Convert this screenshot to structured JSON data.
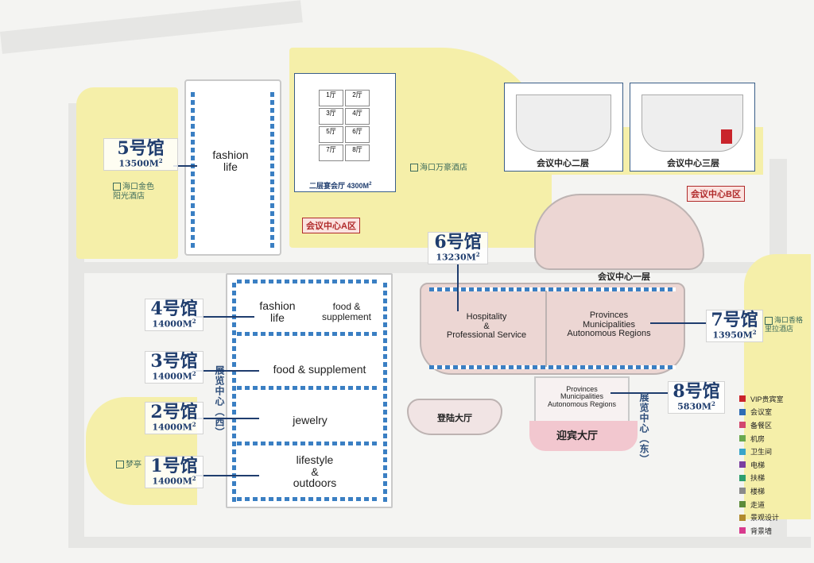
{
  "halls": {
    "h5": {
      "name": "5号馆",
      "area": "13500M",
      "zone": "fashion\nlife"
    },
    "h4": {
      "name": "4号馆",
      "area": "14000M",
      "zone_a": "fashion\nlife",
      "zone_b": "food &\nsupplement"
    },
    "h3": {
      "name": "3号馆",
      "area": "14000M",
      "zone": "food & supplement"
    },
    "h2": {
      "name": "2号馆",
      "area": "14000M",
      "zone": "jewelry"
    },
    "h1": {
      "name": "1号馆",
      "area": "14000M",
      "zone": "lifestyle\n&\noutdoors"
    },
    "h6": {
      "name": "6号馆",
      "area": "13230M",
      "zone": "Hospitality\n&\nProfessional Service"
    },
    "h7": {
      "name": "7号馆",
      "area": "13950M",
      "zone": "Provinces\nMunicipalities\nAutonomous Regions"
    },
    "h8": {
      "name": "8号馆",
      "area": "5830M",
      "zone": "Provinces\nMunicipalities\nAutonomous Regions"
    },
    "area_unit_sup": "2"
  },
  "hotels": {
    "golden_sun": "海口金色\n阳光酒店",
    "wanhao": "海口万豪酒店",
    "shangri_la": "海口香格\n里拉酒店",
    "mengting": "梦亭"
  },
  "centers": {
    "a": "会议中心A区",
    "b": "会议中心B区",
    "floor2": "会议中心二层",
    "floor3": "会议中心三层",
    "floor1": "会议中心一层",
    "banquet": "二层宴会厅",
    "banquet_area": "4300M"
  },
  "labels": {
    "west": "展览中心（西）",
    "east": "展览中心（东）",
    "landing_hall": "登陆大厅",
    "welcome_hall": "迎宾大厅"
  },
  "banquet_rooms": [
    "1厅",
    "2厅",
    "3厅",
    "4厅",
    "5厅",
    "6厅",
    "7厅",
    "8厅"
  ],
  "legend": [
    {
      "label": "VIP贵宾室",
      "color": "#c9242b"
    },
    {
      "label": "会议室",
      "color": "#2f6db4"
    },
    {
      "label": "备餐区",
      "color": "#d2486e"
    },
    {
      "label": "机房",
      "color": "#6aa84f"
    },
    {
      "label": "卫生间",
      "color": "#3aa5c9"
    },
    {
      "label": "电梯",
      "color": "#7b3fa0"
    },
    {
      "label": "扶梯",
      "color": "#2e9e6e"
    },
    {
      "label": "楼梯",
      "color": "#8a8a8a"
    },
    {
      "label": "走道",
      "color": "#5d8c3a"
    },
    {
      "label": "景观设计",
      "color": "#b08a2e"
    },
    {
      "label": "背景墙",
      "color": "#d83b8e"
    }
  ]
}
